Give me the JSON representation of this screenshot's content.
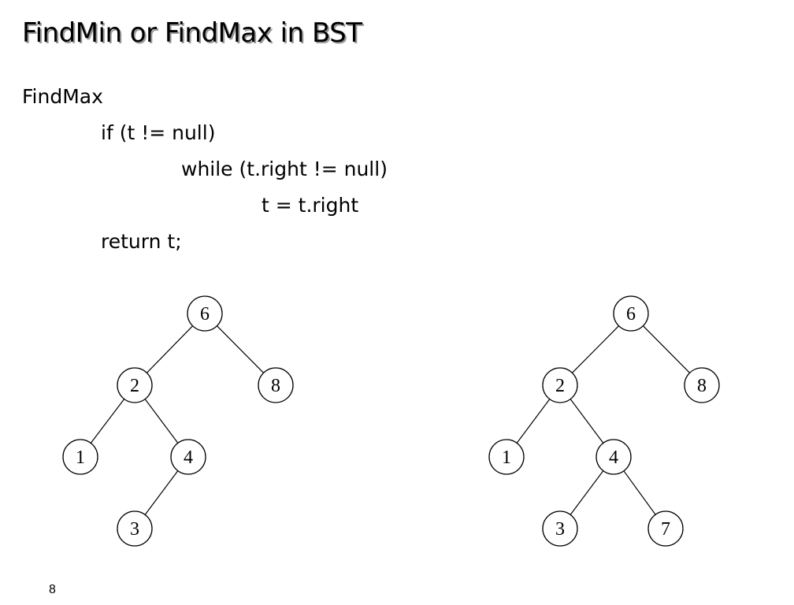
{
  "slide": {
    "title": "FindMin or FindMax in BST",
    "page_number": "8"
  },
  "code": {
    "lines": [
      "FindMax",
      "if (t != null)",
      "while (t.right != null)",
      "t = t.right",
      "return t;"
    ]
  },
  "trees": [
    {
      "nodes": [
        "6",
        "2",
        "8",
        "1",
        "4",
        "3"
      ],
      "edges": [
        [
          "6",
          "2"
        ],
        [
          "6",
          "8"
        ],
        [
          "2",
          "1"
        ],
        [
          "2",
          "4"
        ],
        [
          "4",
          "3"
        ]
      ]
    },
    {
      "nodes": [
        "6",
        "2",
        "8",
        "1",
        "4",
        "3",
        "7"
      ],
      "edges": [
        [
          "6",
          "2"
        ],
        [
          "6",
          "8"
        ],
        [
          "2",
          "1"
        ],
        [
          "2",
          "4"
        ],
        [
          "4",
          "3"
        ],
        [
          "4",
          "7"
        ]
      ]
    }
  ]
}
